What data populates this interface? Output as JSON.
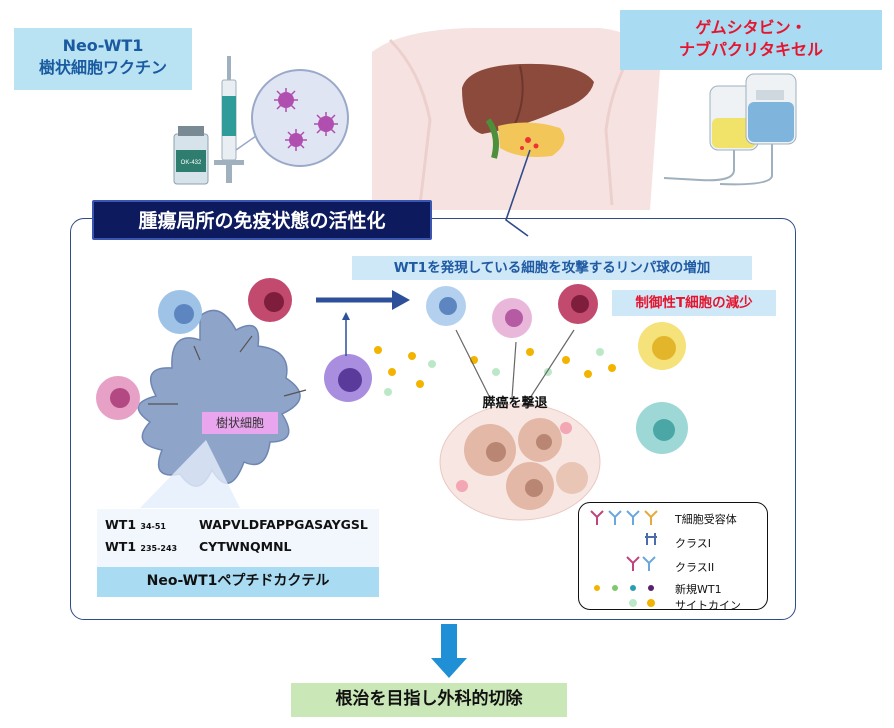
{
  "labels": {
    "vaccine_line1": "Neo-WT1",
    "vaccine_line2": "樹状細胞ワクチン",
    "chemo_line1": "ゲムシタビン・",
    "chemo_line2": "ナブパクリタキセル",
    "activation_title": "腫瘍局所の免疫状態の活性化",
    "lymph_increase": "WT1を発現している細胞を攻撃するリンパ球の増加",
    "treg_decrease": "制御性T細胞の減少",
    "dendritic_cell": "樹状細胞",
    "tumor_regression": "膵癌を撃退",
    "cocktail": "Neo-WT1ペプチドカクテル",
    "cure": "根治を目指し外科的切除"
  },
  "peptides": [
    {
      "name": "WT1",
      "range": "34-51",
      "sequence": "WAPVLDFAPPGASAYGSL"
    },
    {
      "name": "WT1",
      "range": "235-243",
      "sequence": "CYTWNQMNL"
    }
  ],
  "vial_label": "OK-432",
  "legend": {
    "tcr": "T細胞受容体",
    "class1": "クラスI",
    "class2": "クラスII",
    "new_wt1": "新規WT1",
    "cytokine": "サイトカイン"
  },
  "colors": {
    "frame": "#2f4b8a",
    "title_bg": "#0d1a5e",
    "label_bg": "#a9dbf2",
    "red_text": "#e5152f",
    "blue_text": "#1a5aa0",
    "arrow_blue": "#1f8fd6",
    "cure_bg": "#c9e7b7"
  }
}
